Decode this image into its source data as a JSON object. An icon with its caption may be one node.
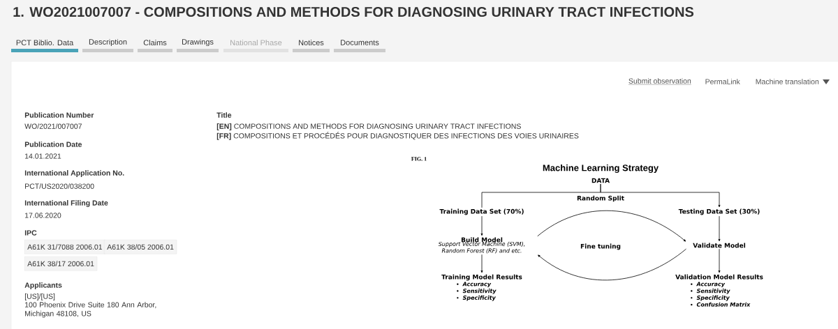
{
  "diagram": {
    "title": "1. WO2021007007 - COMPOSITIONS AND METHODS FOR DIAGNOSING URINARY TRACT INFECTIONS",
    "nodes": [
      {
        "text": [
          "A61K 31/7088 2006.01"
        ]
      },
      {
        "text": [
          "A61K 38/05 2006.01"
        ]
      },
      {
        "text": [
          "A61K 38/17 2006.01"
        ]
      },
      {
        "text": [
          "DATA"
        ]
      },
      {
        "text": [
          "Training Data Set (70%)"
        ]
      },
      {
        "text": [
          "Testing Data Set (30%)"
        ]
      },
      {
        "text": [
          "Build Model",
          "Support Vector Machine (SVM), Random Forest (RF) and etc."
        ]
      },
      {
        "text": [
          "Validate Model"
        ]
      },
      {
        "text": [
          "Training Model Results",
          "Accuracy",
          "Sensitivity",
          "Specificity"
        ]
      },
      {
        "text": [
          "Validation Model Results",
          "Accuracy",
          "Sensitivity",
          "Specificity",
          "Confusion Matrix"
        ]
      }
    ],
    "edges": [
      {
        "from": 3,
        "to": 4,
        "arrow": "none"
      },
      {
        "from": 3,
        "to": 5,
        "arrow": "to"
      },
      {
        "from": 4,
        "to": 6,
        "arrow": "to"
      },
      {
        "from": 6,
        "to": 8,
        "arrow": "to"
      },
      {
        "from": 5,
        "to": 7,
        "arrow": "to"
      },
      {
        "from": 7,
        "to": 9,
        "arrow": "to"
      },
      {
        "from": 6,
        "to": 7,
        "arrow": "to"
      },
      {
        "from": 7,
        "to": 6,
        "arrow": "to"
      }
    ],
    "labels": [
      "PCT Biblio. Data",
      "Description",
      "Claims",
      "Drawings",
      "National Phase",
      "Notices",
      "Documents",
      "Submit observation",
      "PermaLink",
      "Machine translation",
      "Publication Number",
      "WO/2021/007007",
      "Publication Date",
      "14.01.2021",
      "International Application No.",
      "PCT/US2020/038200",
      "International Filing Date",
      "17.06.2020",
      "IPC",
      "Applicants",
      "[US]/[US]",
      "100 Phoenix Drive Suite 180 Ann Arbor, Michigan 48108, US",
      "Title",
      "**[EN]** COMPOSITIONS AND METHODS FOR DIAGNOSING URINARY TRACT INFECTIONS",
      "**[FR]** COMPOSITIONS ET PROCÉDÉS POUR DIAGNOSTIQUER DES INFECTIONS DES VOIES URINAIRES",
      "FIG. 1",
      "Machine Learning Strategy",
      "Random Split",
      "Fine tuning"
    ]
  }
}
